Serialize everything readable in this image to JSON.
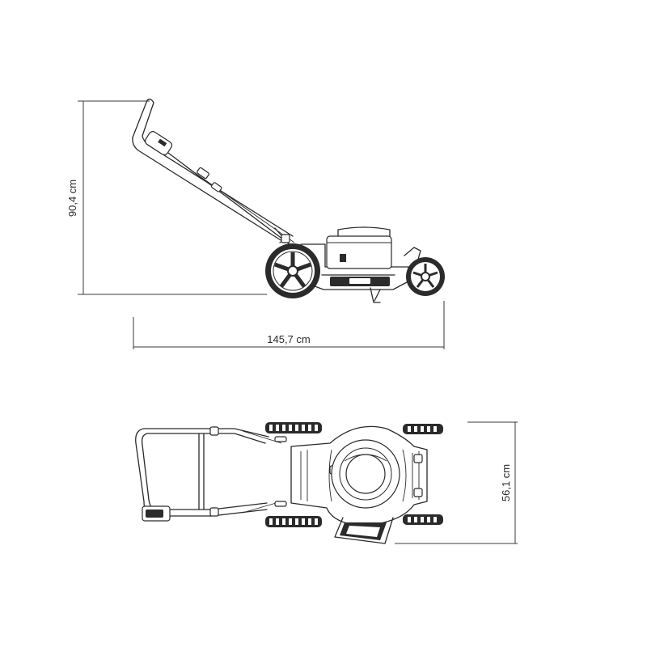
{
  "dimensions": {
    "height": "90,4 cm",
    "length": "145,7 cm",
    "width": "56,1 cm"
  },
  "colors": {
    "line": "#2a2a2a",
    "tread": "#2b2b2b",
    "background": "#ffffff"
  }
}
